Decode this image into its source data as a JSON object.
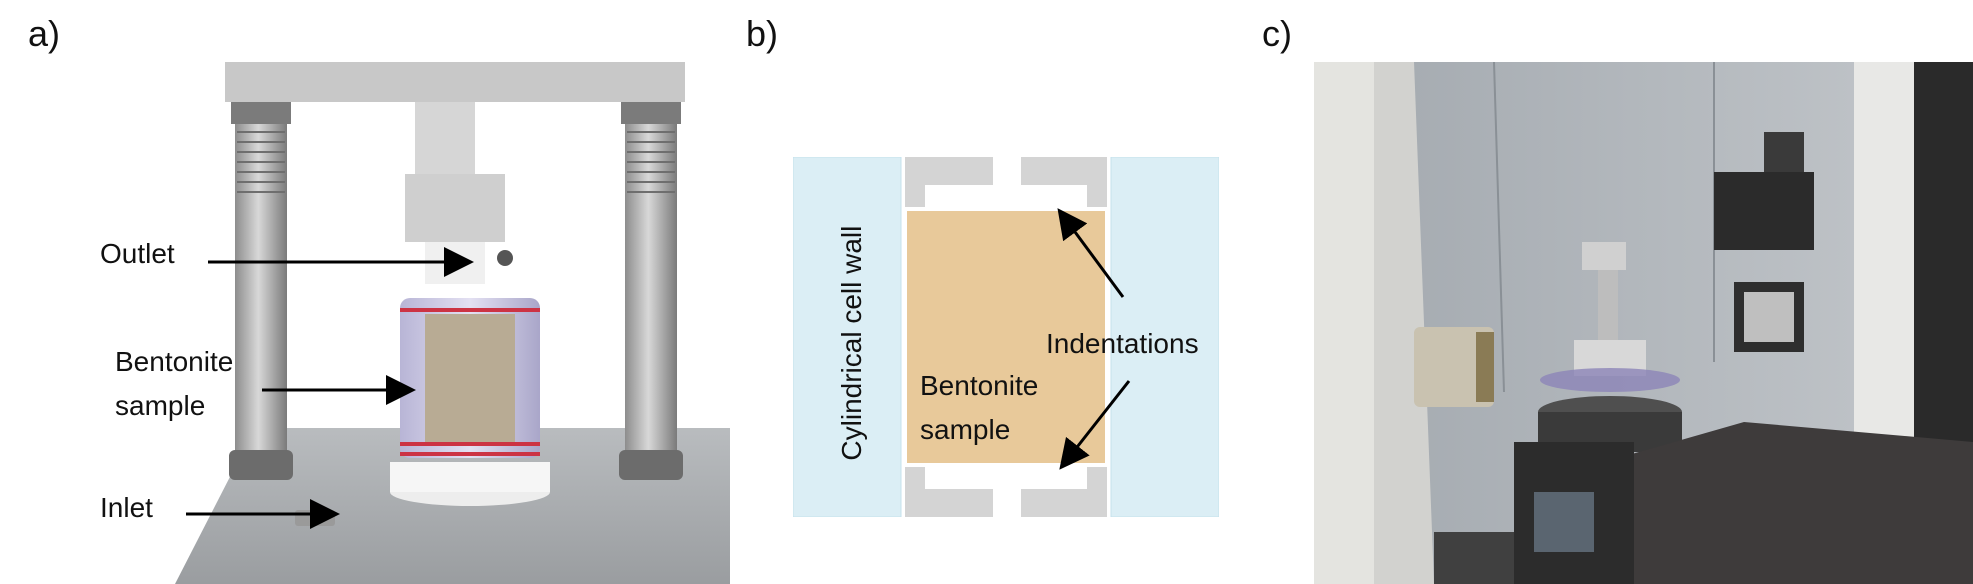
{
  "panels": {
    "a": {
      "label": "a)",
      "annotations": {
        "outlet": "Outlet",
        "bentonite_line1": "Bentonite",
        "bentonite_line2": "sample",
        "inlet": "Inlet"
      }
    },
    "b": {
      "label": "b)",
      "wall_label": "Cylindrical cell wall",
      "indentations_label": "Indentations",
      "sample_line1": "Bentonite",
      "sample_line2": "sample",
      "colors": {
        "wall": "#dbeef5",
        "piston": "#d4d4d4",
        "sample": "#e8c99a"
      }
    },
    "c": {
      "label": "c)"
    }
  }
}
